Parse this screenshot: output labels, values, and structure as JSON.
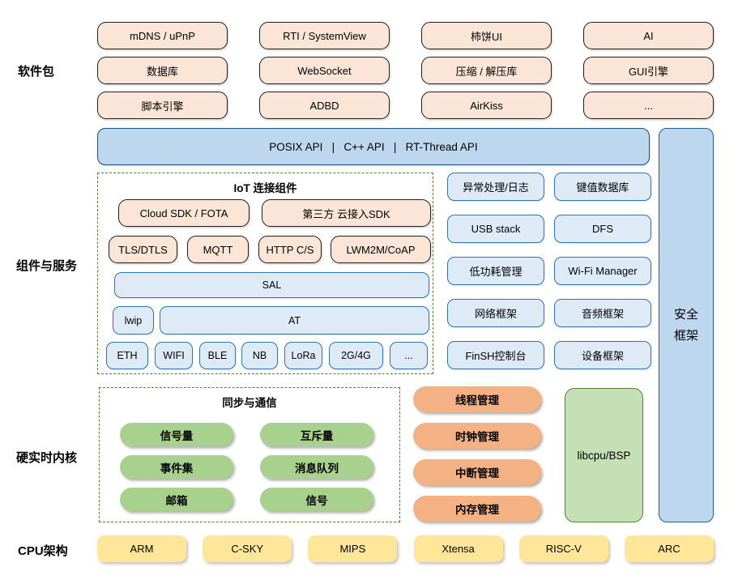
{
  "palette": {
    "peach_fill": "#FBE5D6",
    "blue_bar_fill": "#BDD7EE",
    "blue_box_fill": "#DEEBF7",
    "blue_border": "#2E75B6",
    "dark_blue_border": "#1F4E79",
    "green_pill": "#A9D18E",
    "green_box_fill": "#C5E0B4",
    "green_border": "#538135",
    "orange_pill": "#F4B183",
    "yellow_pill": "#FFE699"
  },
  "packages": {
    "label": "软件包",
    "items": [
      "mDNS / uPnP",
      "RTI / SystemView",
      "柿饼UI",
      "AI",
      "数据库",
      "WebSocket",
      "压缩 / 解压库",
      "GUI引擎",
      "脚本引擎",
      "ADBD",
      "AirKiss",
      "..."
    ]
  },
  "api_bar": {
    "label": "POSIX API   |   C++ API   |   RT-Thread API"
  },
  "security": {
    "label": "安全框架"
  },
  "components": {
    "label": "组件与服务",
    "iot": {
      "title": "IoT 连接组件",
      "sdk_row": [
        "Cloud SDK / FOTA",
        "第三方 云接入SDK"
      ],
      "proto_row": [
        "TLS/DTLS",
        "MQTT",
        "HTTP C/S",
        "LWM2M/CoAP"
      ],
      "sal": "SAL",
      "lwip": "lwip",
      "at": "AT",
      "links": [
        "ETH",
        "WIFI",
        "BLE",
        "NB",
        "LoRa",
        "2G/4G",
        "..."
      ]
    },
    "services": [
      "异常处理/日志",
      "键值数据库",
      "USB stack",
      "DFS",
      "低功耗管理",
      "Wi-Fi Manager",
      "网络框架",
      "音频框架",
      "FinSH控制台",
      "设备框架"
    ]
  },
  "kernel": {
    "label": "硬实时内核",
    "ipc": {
      "title": "同步与通信",
      "items": [
        "信号量",
        "互斥量",
        "事件集",
        "消息队列",
        "邮箱",
        "信号"
      ]
    },
    "managers": [
      "线程管理",
      "时钟管理",
      "中断管理",
      "内存管理"
    ],
    "libcpu": "libcpu/BSP"
  },
  "cpu": {
    "label": "CPU架构",
    "items": [
      "ARM",
      "C-SKY",
      "MIPS",
      "Xtensa",
      "RISC-V",
      "ARC"
    ]
  }
}
